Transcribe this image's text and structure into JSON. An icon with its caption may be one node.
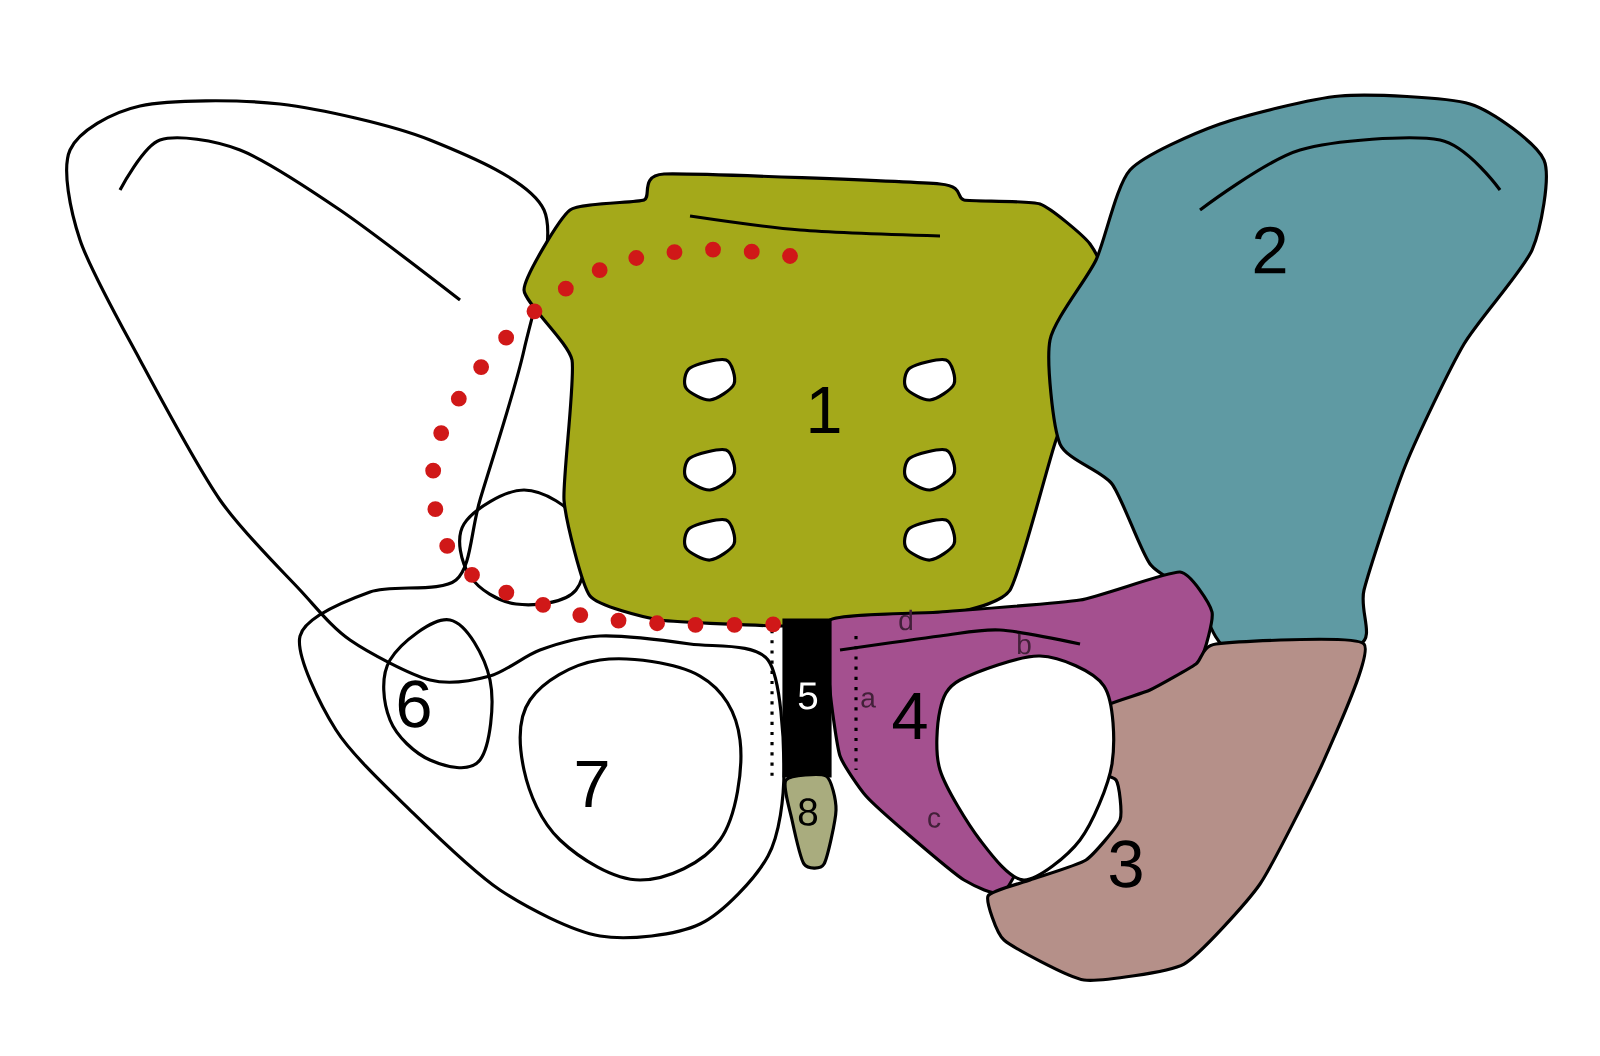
{
  "diagram": {
    "labels": [
      "2",
      "1",
      "d",
      "b",
      "6",
      "5",
      "a",
      "4",
      "7",
      "c",
      "3",
      "8"
    ]
  }
}
